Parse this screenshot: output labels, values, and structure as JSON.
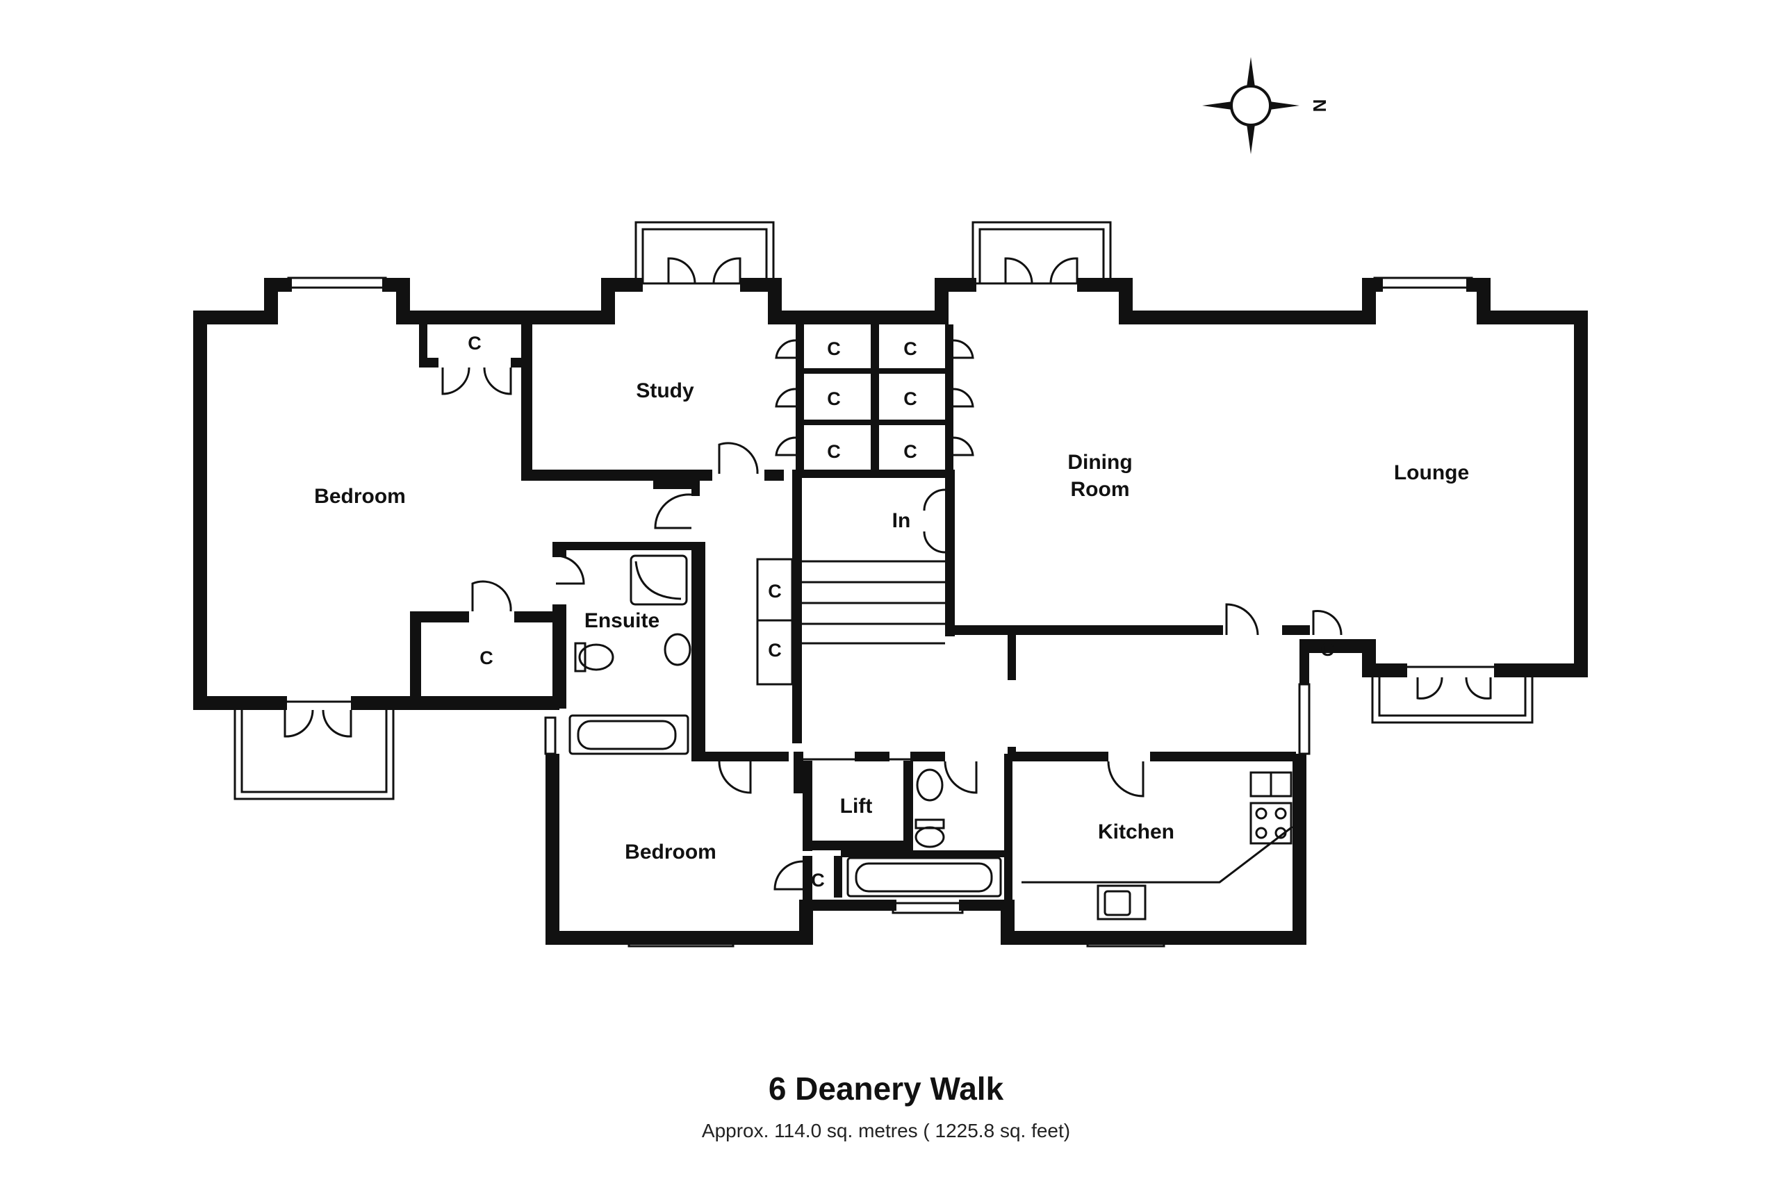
{
  "plan": {
    "title": "6 Deanery Walk",
    "area": "Approx. 114.0 sq. metres ( 1225.8 sq. feet)",
    "compass_label": "N",
    "rooms": {
      "bedroom_main": "Bedroom",
      "study": "Study",
      "dining_1": "Dining",
      "dining_2": "Room",
      "lounge": "Lounge",
      "intake": "In",
      "ensuite": "Ensuite",
      "lift": "Lift",
      "bedroom_2": "Bedroom",
      "kitchen": "Kitchen"
    },
    "cupboard_label": "C"
  }
}
